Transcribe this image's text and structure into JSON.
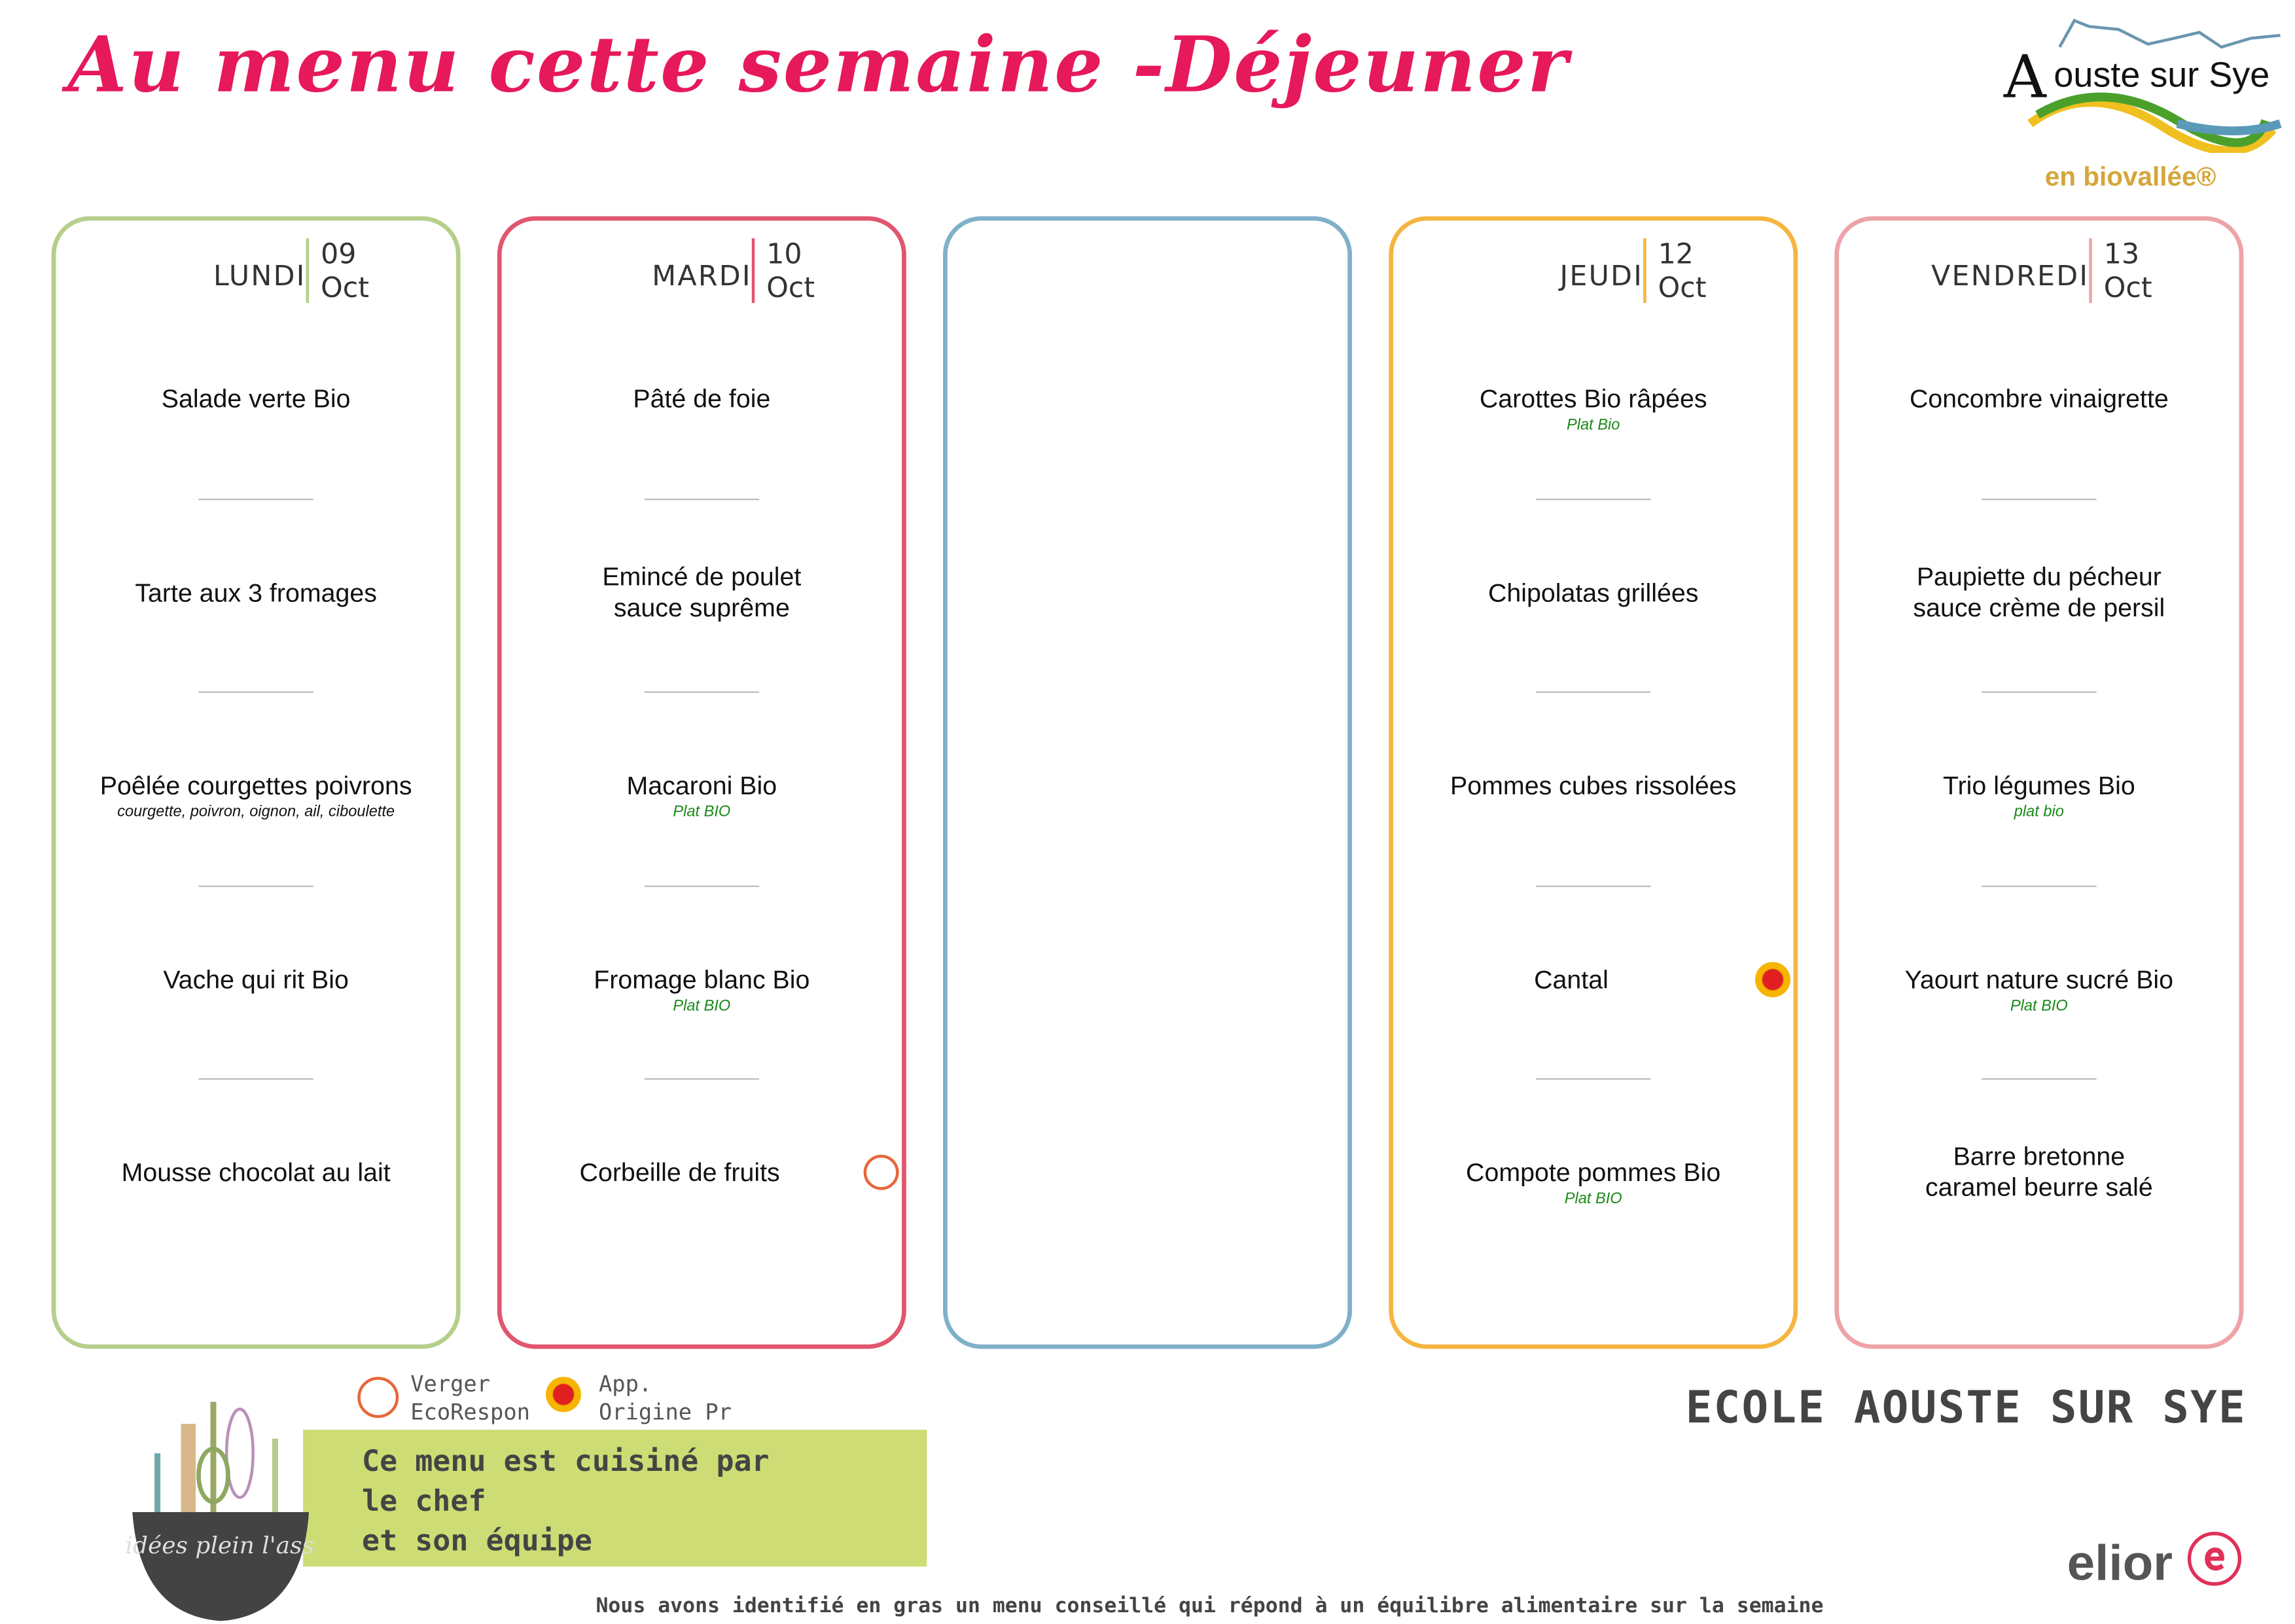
{
  "title": "Au menu cette semaine -Déjeuner",
  "logo": {
    "name_initial": "A",
    "name_rest": "ouste sur Sye",
    "tagline": "en biovallée®"
  },
  "colors": {
    "lundi": "#b5cf8a",
    "mardi": "#e0566e",
    "mercredi": "#7fb0c8",
    "jeudi": "#f5b540",
    "vendredi": "#eda3a8",
    "title": "#e6195a"
  },
  "days": [
    {
      "day": "LUNDI",
      "num": "09",
      "month": "Oct",
      "items": [
        {
          "name": "Salade verte Bio"
        },
        {
          "name": "Tarte aux 3 fromages"
        },
        {
          "name": "Poêlée courgettes poivrons",
          "sub": "courgette, poivron, oignon, ail, ciboulette"
        },
        {
          "name": "Vache qui rit Bio"
        },
        {
          "name": "Mousse chocolat au lait"
        }
      ]
    },
    {
      "day": "MARDI",
      "num": "10",
      "month": "Oct",
      "items": [
        {
          "name": "Pâté de foie"
        },
        {
          "name": "Emincé de poulet",
          "name2": "sauce suprême"
        },
        {
          "name": "Macaroni Bio",
          "sub": "Plat BIO"
        },
        {
          "name": "Fromage blanc Bio",
          "sub": "Plat BIO"
        },
        {
          "name": "Corbeille de fruits",
          "badge": "verger-ecoresponsable-icon"
        }
      ]
    },
    {
      "day": "",
      "num": "",
      "month": "",
      "items": []
    },
    {
      "day": "JEUDI",
      "num": "12",
      "month": "Oct",
      "items": [
        {
          "name": "Carottes Bio râpées",
          "sub": "Plat Bio"
        },
        {
          "name": "Chipolatas grillées"
        },
        {
          "name": "Pommes cubes rissolées"
        },
        {
          "name": "Cantal",
          "badge": "aop-icon"
        },
        {
          "name": "Compote pommes Bio",
          "sub": "Plat BIO"
        }
      ]
    },
    {
      "day": "VENDREDI",
      "num": "13",
      "month": "Oct",
      "items": [
        {
          "name": "Concombre vinaigrette"
        },
        {
          "name": "Paupiette du pécheur",
          "name2": "sauce crème de persil"
        },
        {
          "name": "Trio légumes Bio",
          "sub": "plat bio"
        },
        {
          "name": "Yaourt nature sucré Bio",
          "sub": "Plat BIO"
        },
        {
          "name": "Barre bretonne",
          "name2": "caramel beurre salé"
        }
      ]
    }
  ],
  "legend": {
    "verger_1": "Verger",
    "verger_2": "EcoRespon",
    "aop_1": "App.",
    "aop_2": "Origine Pr"
  },
  "chef": {
    "line1": "Ce menu est cuisiné par",
    "line2": "le chef",
    "line3": "et son équipe",
    "logo_text": "Des idées plein l'assiette"
  },
  "school": "ECOLE  AOUSTE SUR SYE",
  "brand": "elior",
  "note": "Nous avons identifié en gras un menu conseillé qui répond à un équilibre alimentaire sur la semaine"
}
